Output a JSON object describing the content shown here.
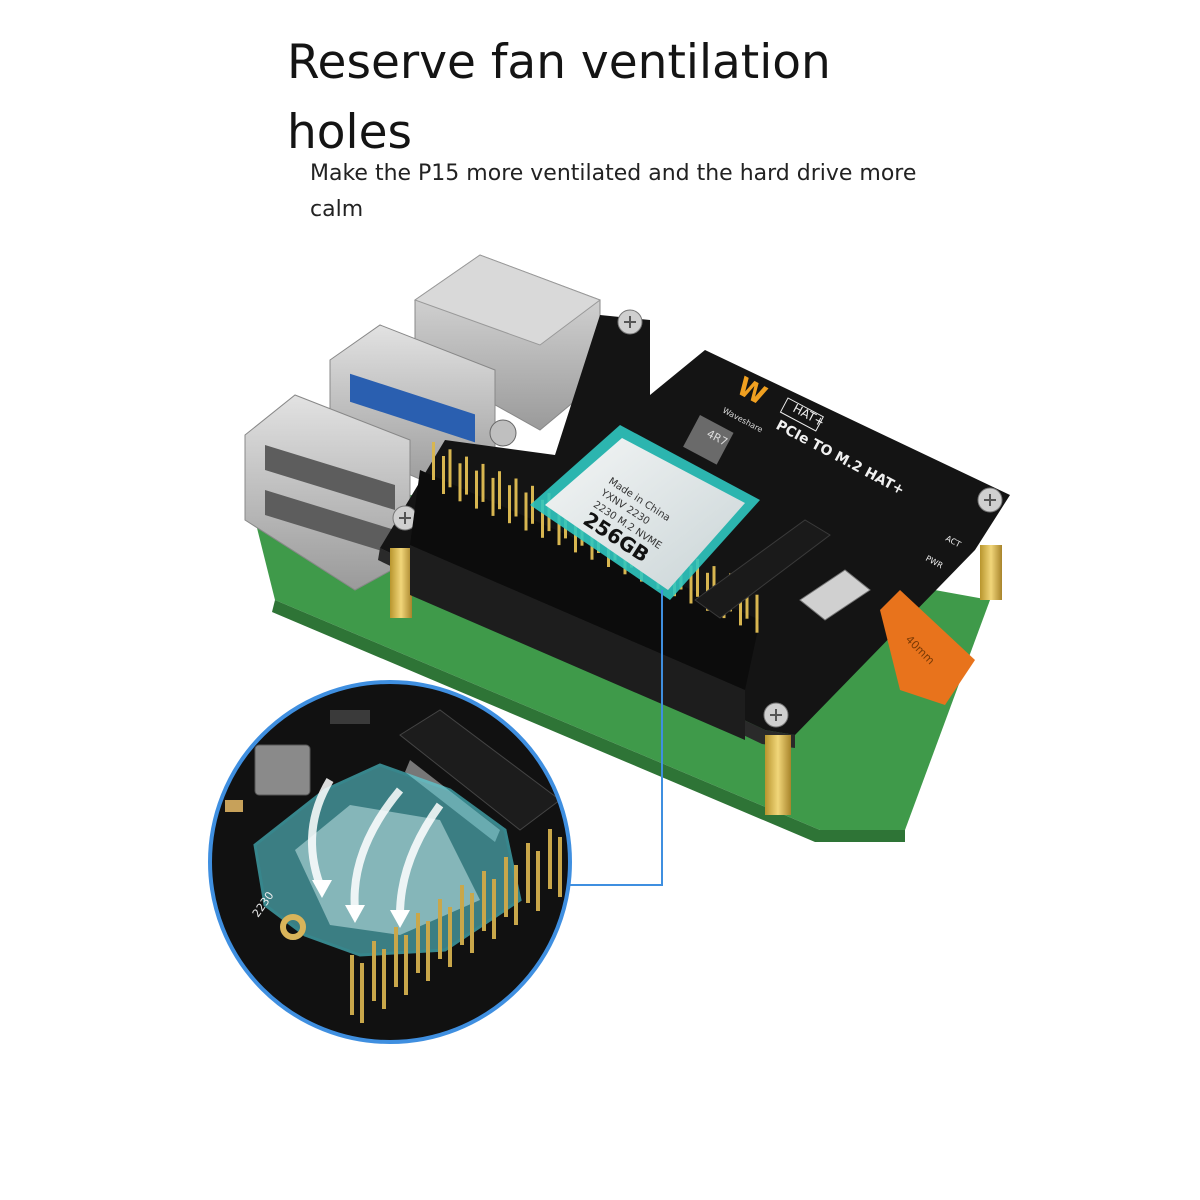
{
  "header": {
    "title": "Reserve fan ventilation holes",
    "subtitle": "Make the P15 more ventilated and the hard drive more calm"
  },
  "board": {
    "brand": "Waveshare",
    "hat_badge": "HAT+",
    "product_label": "PCIe TO M.2 HAT+",
    "inductor_label": "4R7",
    "act_label": "ACT",
    "pwr_label": "PWR",
    "cable_label": "40mm"
  },
  "ssd": {
    "capacity": "256GB",
    "type": "2230 M.2 NVME",
    "model": "YXNV 2230",
    "origin": "Made in China"
  },
  "zoom": {
    "size_label": "2230"
  },
  "colors": {
    "pcb_black": "#141414",
    "pi_green": "#3f9a4a",
    "ssd_teal": "#2fc7c0",
    "callout_blue": "#3f8fe0",
    "cable_orange": "#e8731c"
  }
}
